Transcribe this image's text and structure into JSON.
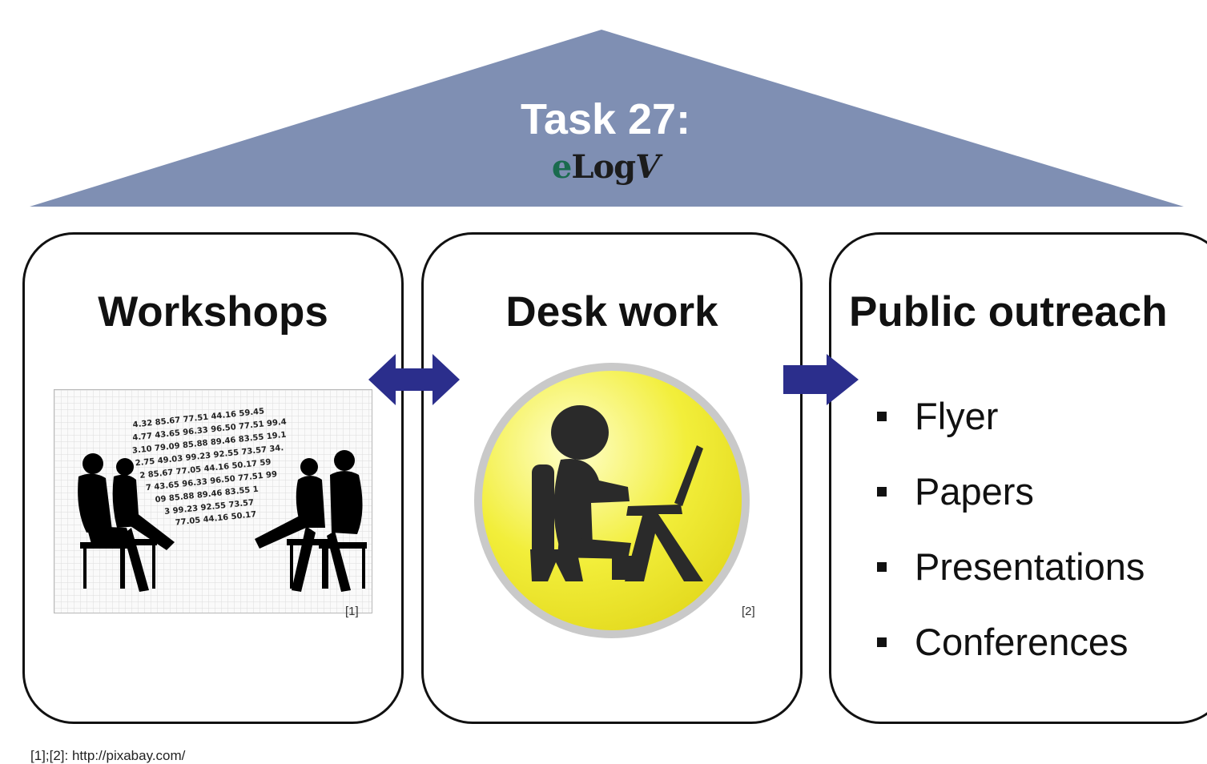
{
  "roof": {
    "title": "Task 27:",
    "logo": {
      "e": "e",
      "rest": "Log",
      "g": "V"
    },
    "fill": "#7f8fb3"
  },
  "columns": [
    {
      "title": "Workshops",
      "ref": "[1]",
      "icon": "meeting-silhouettes-icon"
    },
    {
      "title": "Desk work",
      "ref": "[2]",
      "icon": "person-at-laptop-icon"
    },
    {
      "title": "Public outreach",
      "items": [
        "Flyer",
        "Papers",
        "Presentations",
        "Conferences"
      ]
    }
  ],
  "arrows": {
    "color": "#2b2e8c",
    "double": "double-arrow-icon",
    "single": "right-arrow-icon"
  },
  "source_note": "[1];[2]: http://pixabay.com/"
}
